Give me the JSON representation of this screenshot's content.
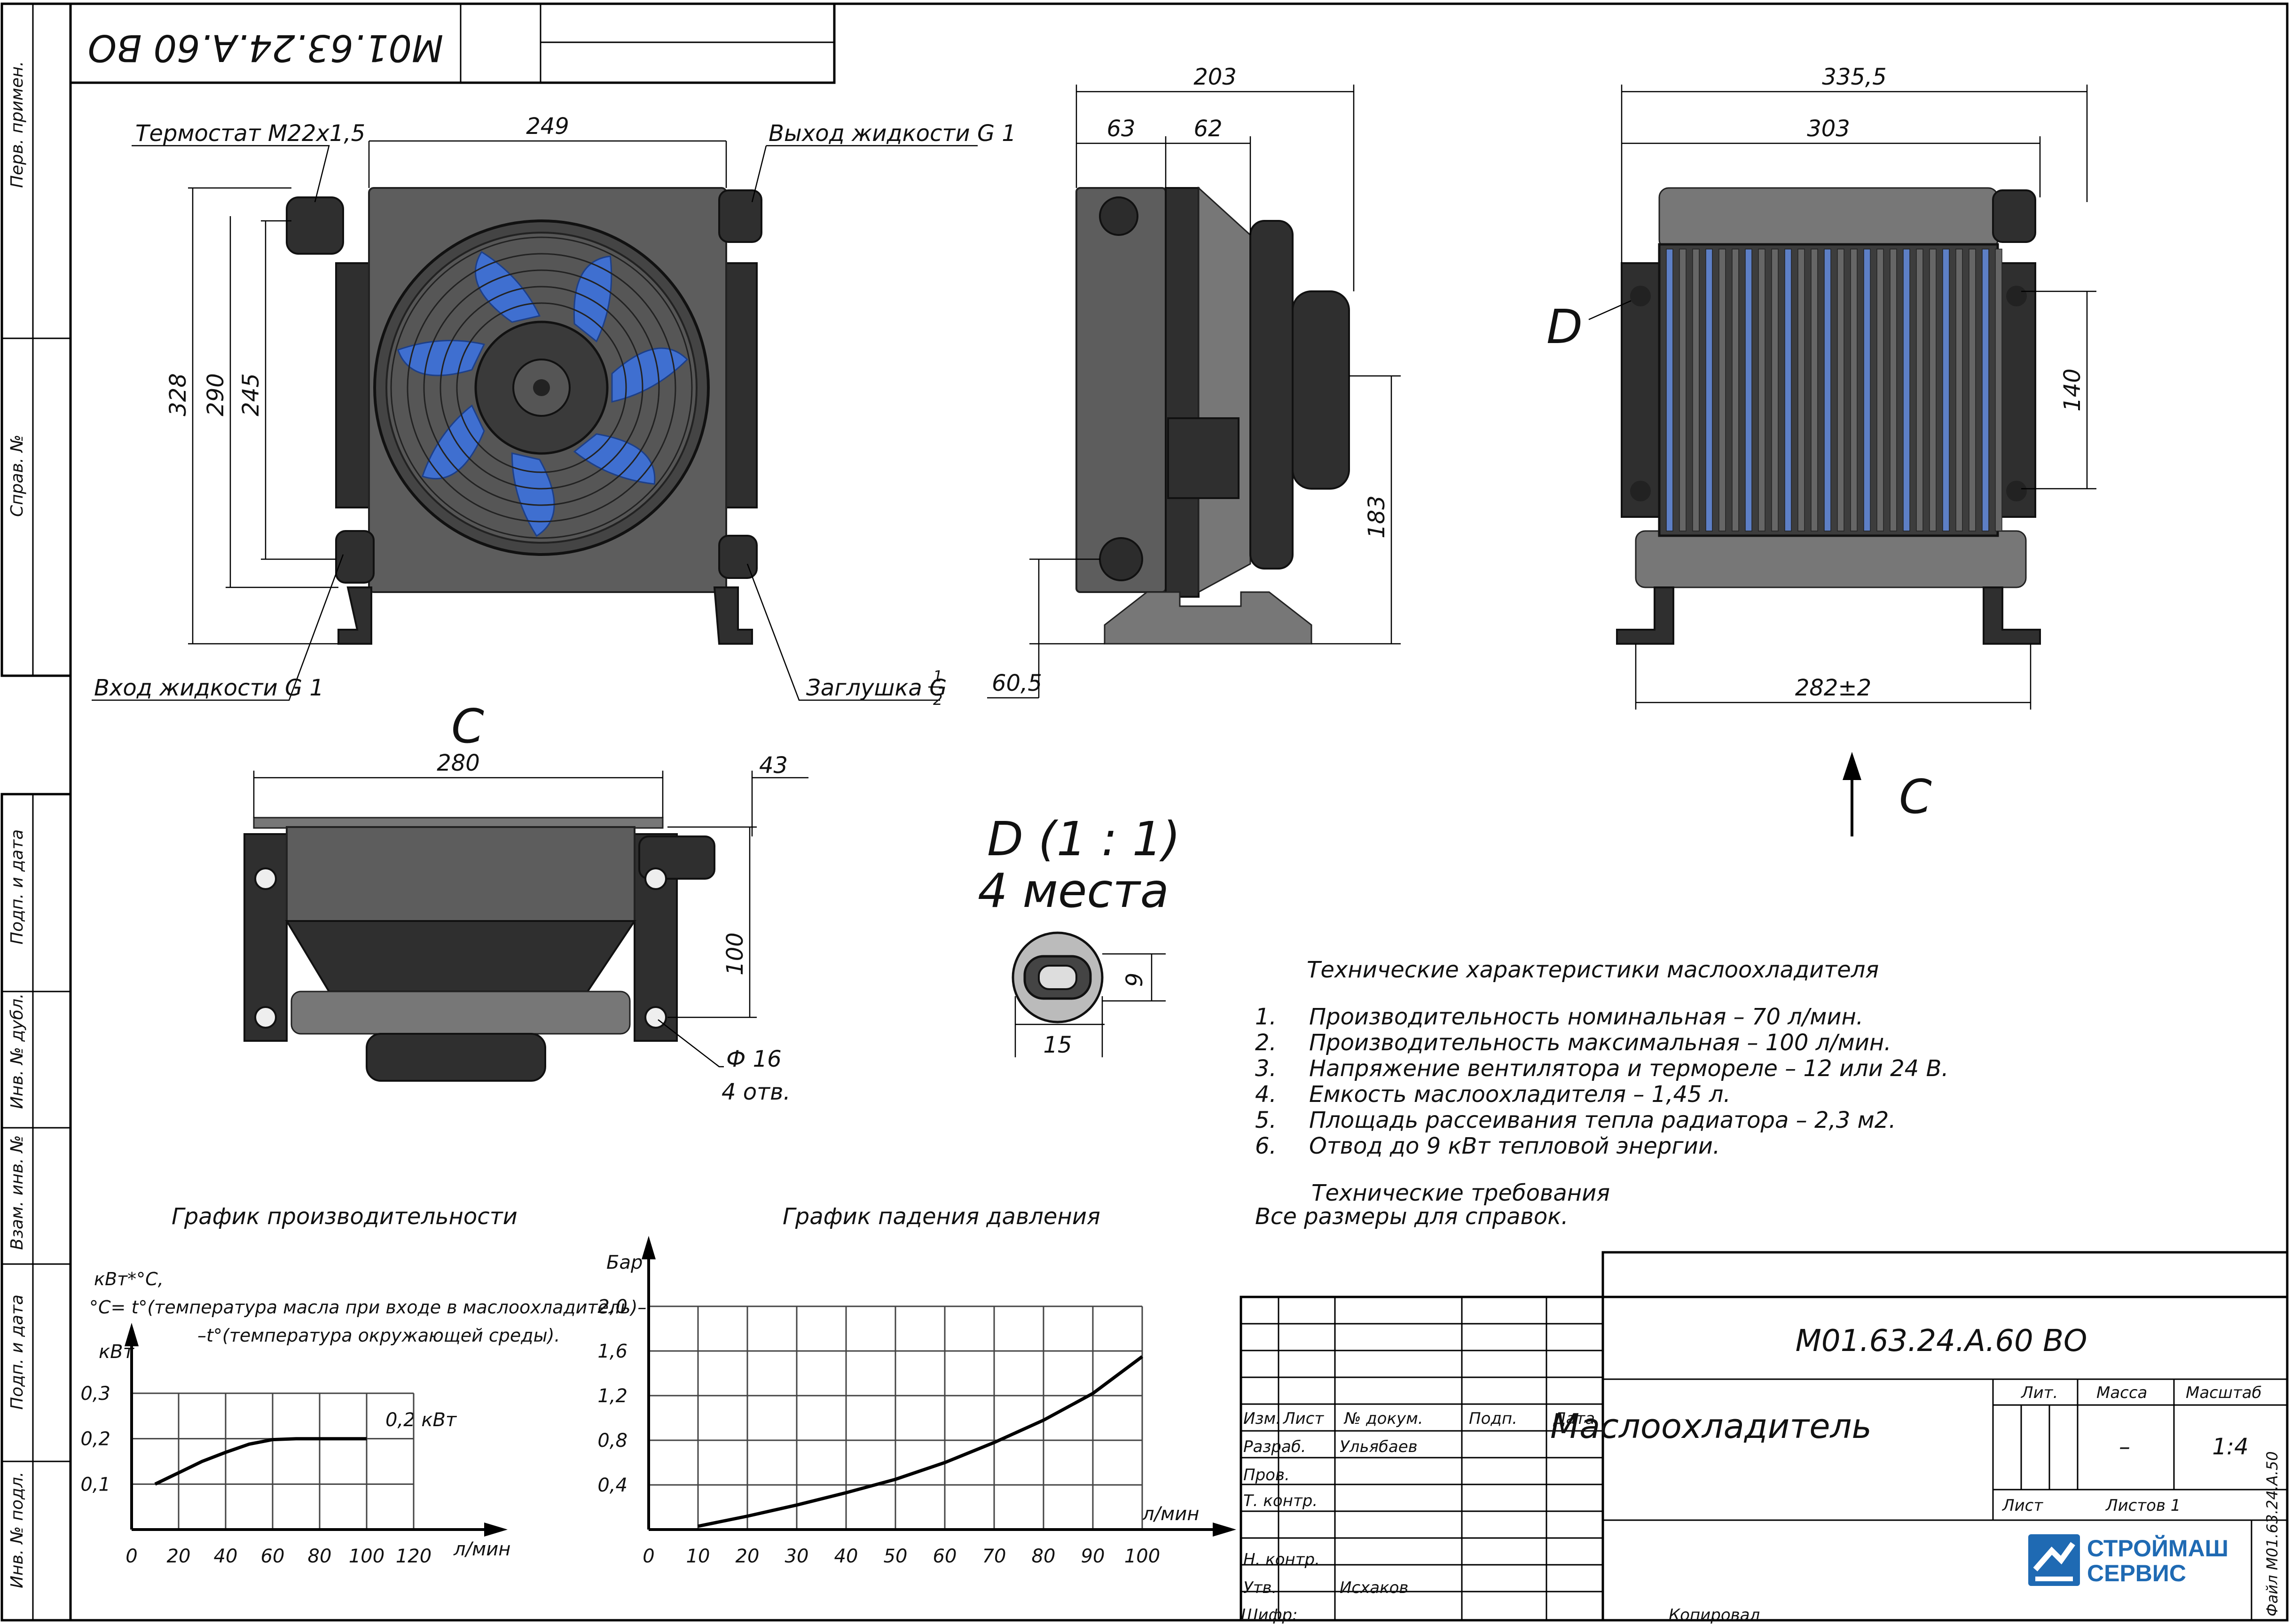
{
  "title_block": {
    "doc_code": "М01.63.24.А.60 ВО",
    "doc_code_mirrored": "М01.63.24.А.60 ВО",
    "title": "Маслоохладитель",
    "lit_header": "Лит.",
    "mass_header": "Масса",
    "scale_header": "Масштаб",
    "mass_value": "–",
    "scale_value": "1:4",
    "sheet_label": "Лист",
    "sheets_label": "Листов 1",
    "col_izm": "Изм.",
    "col_list": "Лист",
    "col_doc": "№ докум.",
    "col_sign": "Подп.",
    "col_date": "Дата",
    "row_razrab": "Разраб.",
    "row_razrab_name": "Ульябаев",
    "row_prov": "Пров.",
    "row_tkontr": "Т. контр.",
    "row_nkontr": "Н. контр.",
    "row_utv": "Утв.",
    "row_utv_name": "Исхаков",
    "shifr": "Шифр:",
    "kopiroval": "Копировал",
    "file": "Файл М01.63.24.А.50",
    "logo_line1": "СТРОЙМАШ",
    "logo_line2": "СЕРВИС"
  },
  "left_strip": {
    "perv_primen": "Перв. примен.",
    "sprav_no": "Справ. №",
    "podp_data_1": "Подп. и дата",
    "inv_dubl": "Инв. № дубл.",
    "vzam_inv": "Взам. инв. №",
    "podp_data_2": "Подп. и дата",
    "inv_podl": "Инв. № подл."
  },
  "front_view": {
    "thermostat": "Термостат М22х1,5",
    "outlet": "Выход жидкости G 1",
    "inlet": "Вход жидкости G 1",
    "plug": "Заглушка G",
    "plug_num": "1",
    "plug_den": "2",
    "dim_width": "249",
    "dim_h1": "328",
    "dim_h2": "290",
    "dim_h3": "245"
  },
  "side_view": {
    "dim_total": "203",
    "dim_a": "63",
    "dim_b": "62",
    "dim_h": "183",
    "dim_low": "60,5"
  },
  "rear_view": {
    "dim_total": "335,5",
    "dim_inner": "303",
    "dim_h": "140",
    "dim_base": "282±2",
    "detail_label": "D",
    "view_arrow_label": "C"
  },
  "bottom_view": {
    "label": "C",
    "dim_width": "280",
    "dim_right": "43",
    "dim_h": "100",
    "hole_dia": "Ф 16",
    "hole_count": "4 отв."
  },
  "detail_d": {
    "title": "D (1 : 1)",
    "subtitle": "4 места",
    "dim_h": "9",
    "dim_w": "15"
  },
  "specs": {
    "heading": "Технические характеристики маслоохладителя",
    "items": [
      {
        "n": "1.",
        "text": "Производительность номинальная – 70 л/мин."
      },
      {
        "n": "2.",
        "text": "Производительность максимальная – 100 л/мин."
      },
      {
        "n": "3.",
        "text": "Напряжение вентилятора и термореле – 12 или 24 В."
      },
      {
        "n": "4.",
        "text": "Емкость маслоохладителя – 1,45 л."
      },
      {
        "n": "5.",
        "text": "Площадь рассеивания тепла радиатора – 2,3 м2."
      },
      {
        "n": "6.",
        "text": "Отвод до 9 кВт тепловой энергии."
      }
    ],
    "req_heading": "Технические требования",
    "req_text": "Все размеры для справок."
  },
  "chart_data": [
    {
      "type": "line",
      "title": "График производительности",
      "legend_line1": "кВт*°С,",
      "legend_line2": "°С= t°(температура масла при входе в маслоохладитель)–",
      "legend_line3": "–t°(температура окружающей среды).",
      "ylabel": "кВт",
      "xlabel": "л/мин",
      "x_ticks": [
        "0",
        "20",
        "40",
        "60",
        "80",
        "100",
        "120"
      ],
      "y_ticks": [
        "0,1",
        "0,2",
        "0,3"
      ],
      "ylim": [
        0,
        0.3
      ],
      "xlim": [
        0,
        120
      ],
      "annotation": "0,2 кВт",
      "x": [
        10,
        20,
        30,
        40,
        50,
        60,
        70,
        80,
        90,
        100
      ],
      "y": [
        0.1,
        0.125,
        0.15,
        0.17,
        0.188,
        0.198,
        0.2,
        0.2,
        0.2,
        0.2
      ]
    },
    {
      "type": "line",
      "title": "График падения давления",
      "ylabel": "Бар",
      "xlabel": "л/мин",
      "x_ticks": [
        "0",
        "10",
        "20",
        "30",
        "40",
        "50",
        "60",
        "70",
        "80",
        "90",
        "100"
      ],
      "y_ticks": [
        "0,4",
        "0,8",
        "1,2",
        "1,6",
        "2,0"
      ],
      "ylim": [
        0,
        2.0
      ],
      "xlim": [
        0,
        100
      ],
      "x": [
        10,
        20,
        30,
        40,
        50,
        60,
        70,
        80,
        90,
        100
      ],
      "y": [
        0.03,
        0.12,
        0.22,
        0.33,
        0.45,
        0.6,
        0.78,
        0.98,
        1.22,
        1.55
      ]
    }
  ]
}
